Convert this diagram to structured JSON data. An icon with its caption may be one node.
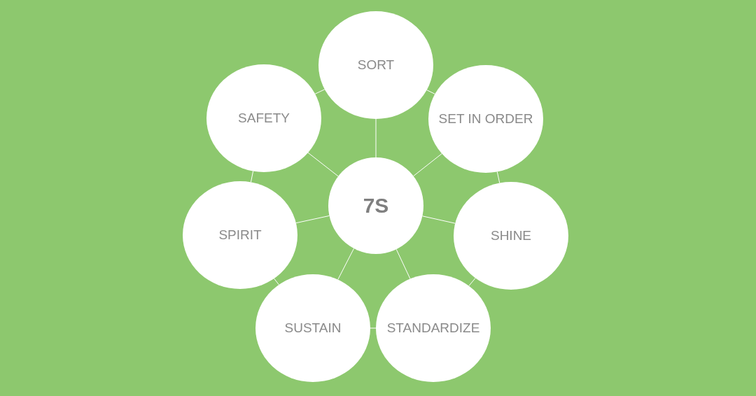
{
  "diagram": {
    "nodes": [
      {
        "text": [
          "7S"
        ]
      },
      {
        "text": [
          "SORT"
        ]
      },
      {
        "text": [
          "SET IN ORDER"
        ]
      },
      {
        "text": [
          "SHINE"
        ]
      },
      {
        "text": [
          "STANDARDIZE"
        ]
      },
      {
        "text": [
          "SUSTAIN"
        ]
      },
      {
        "text": [
          "SPIRIT"
        ]
      },
      {
        "text": [
          "SAFETY"
        ]
      }
    ],
    "edges": [
      {
        "from": 0,
        "to": 1,
        "arrow": "none"
      },
      {
        "from": 0,
        "to": 2,
        "arrow": "none"
      },
      {
        "from": 0,
        "to": 3,
        "arrow": "none"
      },
      {
        "from": 0,
        "to": 4,
        "arrow": "none"
      },
      {
        "from": 0,
        "to": 5,
        "arrow": "none"
      },
      {
        "from": 0,
        "to": 6,
        "arrow": "none"
      },
      {
        "from": 0,
        "to": 7,
        "arrow": "none"
      },
      {
        "from": 1,
        "to": 2,
        "arrow": "none"
      },
      {
        "from": 2,
        "to": 3,
        "arrow": "none"
      },
      {
        "from": 3,
        "to": 4,
        "arrow": "none"
      },
      {
        "from": 4,
        "to": 5,
        "arrow": "none"
      },
      {
        "from": 5,
        "to": 6,
        "arrow": "none"
      },
      {
        "from": 6,
        "to": 7,
        "arrow": "none"
      },
      {
        "from": 7,
        "to": 1,
        "arrow": "none"
      }
    ]
  }
}
